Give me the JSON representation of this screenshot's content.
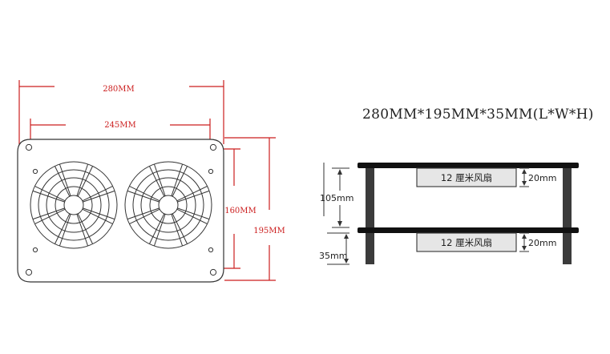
{
  "title": "280MM*195MM*35MM(L*W*H)",
  "left_view": {
    "dim_outer_width": "280MM",
    "dim_hole_spacing": "245MM",
    "dim_inner_height": "160MM",
    "dim_outer_height": "195MM"
  },
  "right_view": {
    "dim_shelf_gap": "105mm",
    "dim_bottom_gap": "35mm",
    "upper_fan_label": "12 厘米风扇",
    "upper_fan_height": "20mm",
    "lower_fan_label": "12 厘米风扇",
    "lower_fan_height": "20mm"
  },
  "colors": {
    "dimension_red": "#cc1f1f",
    "line_dark": "#333333",
    "fan_box_fill": "#e6e6e6"
  }
}
